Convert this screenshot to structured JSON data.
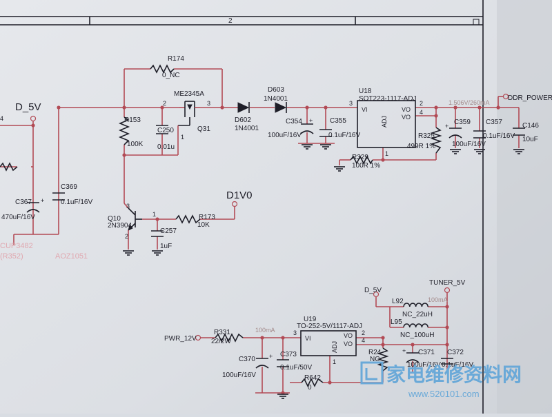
{
  "header": {
    "sheet_number": "2"
  },
  "nets": {
    "d5v_main": "D_5V",
    "d1v0": "D1V0",
    "ddr_power": "DDR_POWER",
    "pwr_12v": "PWR_12V",
    "d5v_small": "D_5V",
    "tuner_5v": "TUNER_5V",
    "ddr_annotation": "1.506V/260mA",
    "tuner_current": "100mA",
    "pwr_current": "100mA"
  },
  "components": {
    "R174": {
      "ref": "R174",
      "value": "0_NC"
    },
    "Q31": {
      "ref": "Q31",
      "part": "ME2345A"
    },
    "R153": {
      "ref": "R153",
      "value": "100K"
    },
    "C250": {
      "ref": "C250",
      "value": "0.01u"
    },
    "D602": {
      "ref": "D602",
      "part": "1N4001"
    },
    "D603": {
      "ref": "D603",
      "part": "1N4001"
    },
    "C354": {
      "ref": "C354",
      "value": "100uF/16V"
    },
    "C355": {
      "ref": "C355",
      "value": "0.1uF/16V"
    },
    "U18": {
      "ref": "U18",
      "part": "SOT223-1117-ADJ",
      "pin_vi": "VI",
      "pin_vo1": "VO",
      "pin_vo2": "VO",
      "pin_adj": "ADJ"
    },
    "R325": {
      "ref": "R325",
      "value": "499R 1%"
    },
    "R329": {
      "ref": "R329",
      "value": "100R 1%"
    },
    "C359": {
      "ref": "C359",
      "value": "100uF/16V"
    },
    "C357": {
      "ref": "C357",
      "value": "0.1uF/16V"
    },
    "C146": {
      "ref": "C146",
      "value": "10uF"
    },
    "C367": {
      "ref": "C367",
      "value": "470uF/16V"
    },
    "C369": {
      "ref": "C369",
      "value": "0.1uF/16V"
    },
    "Q10": {
      "ref": "Q10",
      "part": "2N3904"
    },
    "R173": {
      "ref": "R173",
      "value": "10K"
    },
    "C257": {
      "ref": "C257",
      "value": "1uF"
    },
    "U19": {
      "ref": "U19",
      "part": "TO-252-5V/1117-ADJ",
      "pin_vi": "VI",
      "pin_vo1": "VO",
      "pin_vo2": "VO",
      "pin_adj": "ADJ"
    },
    "R331": {
      "ref": "R331",
      "value": "22/2W"
    },
    "C370": {
      "ref": "C370",
      "value": "100uF/16V"
    },
    "C373": {
      "ref": "C373",
      "value": "0.1uF/50V"
    },
    "R642": {
      "ref": "R642",
      "value": "0"
    },
    "R24": {
      "ref": "R24",
      "value": "NC"
    },
    "L92": {
      "ref": "L92",
      "value": "NC_22uH"
    },
    "L95": {
      "ref": "L95",
      "value": "NC_100uH"
    },
    "C371": {
      "ref": "C371",
      "value": "100uF/16V"
    },
    "C372": {
      "ref": "C372",
      "value": "0.1uF/16V"
    }
  },
  "pins": {
    "q31_2": "2",
    "q31_3": "3",
    "q31_1": "1",
    "u18_3": "3",
    "u18_2": "2",
    "u18_4": "4",
    "u18_1": "1",
    "q10_3": "3",
    "q10_1": "1",
    "q10_2": "2",
    "u19_3": "3",
    "u19_2": "2",
    "u19_4": "4",
    "u19_1": "1"
  },
  "left_fragments": {
    "cup": "CUP3482",
    "r352": "(R352)",
    "aoz": "AOZ1051",
    "left_pin": "4"
  },
  "watermark": {
    "brand": "家电维修资料网",
    "url": "www.520101.com"
  },
  "colors": {
    "wire": "#b24a55",
    "ink": "#1e1e28",
    "watermark": "#6aa9d8"
  }
}
